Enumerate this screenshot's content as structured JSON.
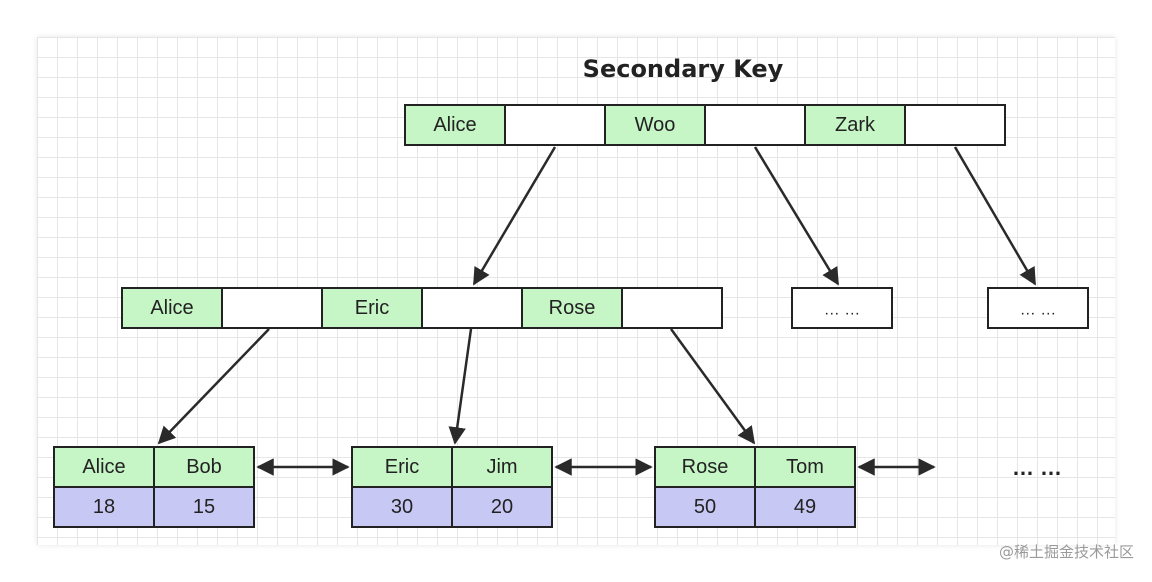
{
  "title": "Secondary Key",
  "colors": {
    "key_cell": "#c6f5c6",
    "value_cell": "#c8c8f5",
    "pointer_cell": "#ffffff"
  },
  "root": {
    "keys": [
      "Alice",
      "Woo",
      "Zark"
    ]
  },
  "internal": {
    "keys": [
      "Alice",
      "Eric",
      "Rose"
    ]
  },
  "placeholder_nodes": [
    "… …",
    "… …"
  ],
  "leaves": [
    {
      "keys": [
        "Alice",
        "Bob"
      ],
      "values": [
        "18",
        "15"
      ]
    },
    {
      "keys": [
        "Eric",
        "Jim"
      ],
      "values": [
        "30",
        "20"
      ]
    },
    {
      "keys": [
        "Rose",
        "Tom"
      ],
      "values": [
        "50",
        "49"
      ]
    }
  ],
  "leaf_continuation": "… …",
  "watermark": "@稀土掘金技术社区"
}
